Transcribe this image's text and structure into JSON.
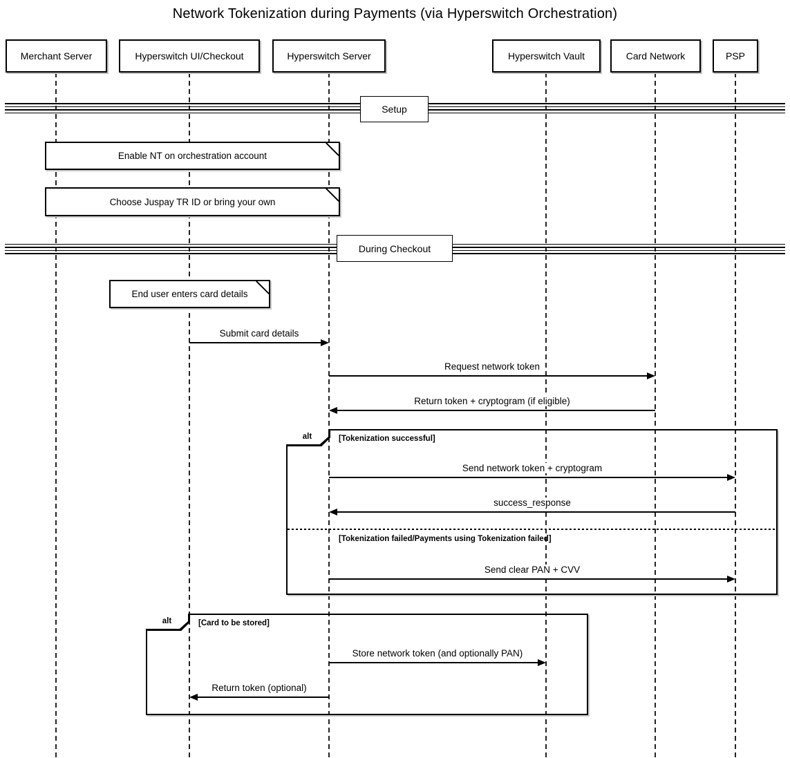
{
  "title": "Network Tokenization during Payments (via Hyperswitch Orchestration)",
  "diagram": {
    "type": "sequence",
    "colors": {
      "stroke": "#000000",
      "fill": "#ffffff",
      "lifeline": "#222222"
    },
    "participants": [
      {
        "label": "Merchant Server"
      },
      {
        "label": "Hyperswitch UI/Checkout"
      },
      {
        "label": "Hyperswitch Server"
      },
      {
        "label": "Hyperswitch Vault"
      },
      {
        "label": "Card Network"
      },
      {
        "label": "PSP"
      }
    ],
    "dividers": [
      {
        "label": "Setup"
      },
      {
        "label": "During Checkout"
      }
    ],
    "notes": [
      {
        "text": "Enable NT on orchestration account",
        "over": [
          "Merchant Server",
          "Hyperswitch Server"
        ]
      },
      {
        "text": "Choose Juspay TR ID or bring your own",
        "over": [
          "Merchant Server",
          "Hyperswitch Server"
        ]
      },
      {
        "text": "End user enters card details",
        "over": [
          "Hyperswitch UI/Checkout"
        ]
      }
    ],
    "messages": [
      {
        "label": "Submit card details",
        "from": "Hyperswitch UI/Checkout",
        "to": "Hyperswitch Server"
      },
      {
        "label": "Request network token",
        "from": "Hyperswitch Server",
        "to": "Card Network"
      },
      {
        "label": "Return token + cryptogram (if eligible)",
        "from": "Card Network",
        "to": "Hyperswitch Server"
      },
      {
        "label": "Send network token + cryptogram",
        "from": "Hyperswitch Server",
        "to": "PSP"
      },
      {
        "label": "success_response",
        "from": "PSP",
        "to": "Hyperswitch Server"
      },
      {
        "label": "Send clear PAN + CVV",
        "from": "Hyperswitch Server",
        "to": "PSP"
      },
      {
        "label": "Store network token (and optionally PAN)",
        "from": "Hyperswitch Server",
        "to": "Hyperswitch Vault"
      },
      {
        "label": "Return token (optional)",
        "from": "Hyperswitch Server",
        "to": "Hyperswitch UI/Checkout"
      }
    ],
    "frames": [
      {
        "operator": "alt",
        "conditions": [
          "[Tokenization successful]",
          "[Tokenization failed/Payments using Tokenization failed]"
        ]
      },
      {
        "operator": "alt",
        "conditions": [
          "[Card to be stored]"
        ]
      }
    ]
  }
}
